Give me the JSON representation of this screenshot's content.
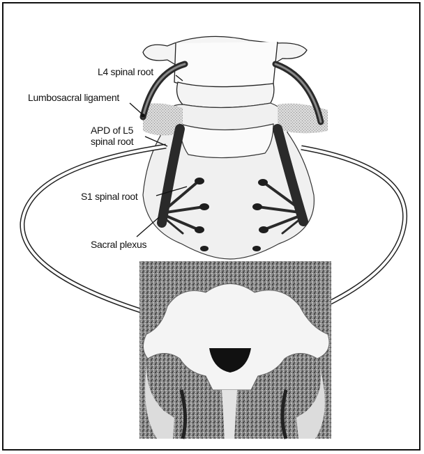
{
  "labels": {
    "l4_root": "L4 spinal root",
    "lumbosacral_ligament": "Lumbosacral ligament",
    "apd_l5_line1": "APD of L5",
    "apd_l5_line2": "spinal root",
    "s1_root": "S1 spinal root",
    "sacral_plexus": "Sacral plexus"
  },
  "colors": {
    "ink": "#111111",
    "bone": "#f2f2f2",
    "ct_background": "#777777",
    "nerve": "#2a2a2a"
  }
}
